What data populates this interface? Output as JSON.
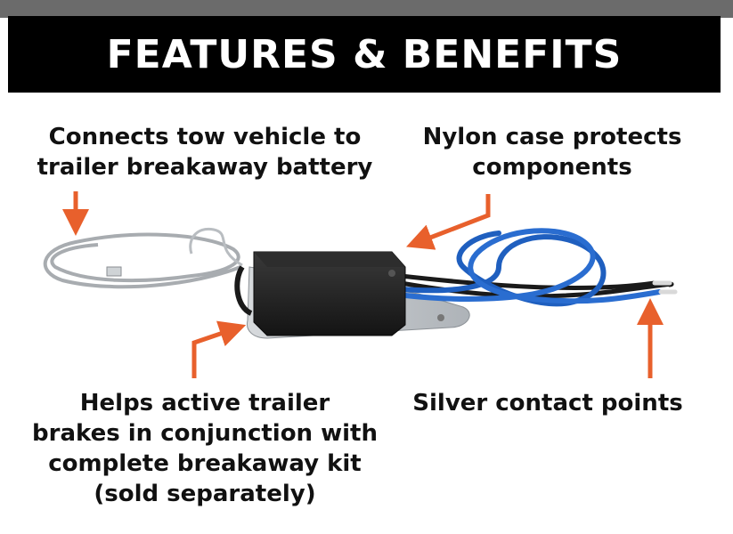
{
  "banner": {
    "title": "FEATURES & BENEFITS"
  },
  "callouts": {
    "tow_vehicle": {
      "line1": "Connects tow vehicle to",
      "line2": "trailer breakaway battery"
    },
    "nylon_case": {
      "line1": "Nylon case protects",
      "line2": "components"
    },
    "helps_brakes": {
      "line1": "Helps active trailer",
      "line2": "brakes in conjunction with",
      "line3": "complete breakaway kit",
      "line4": "(sold separately)"
    },
    "silver_points": {
      "line1": "Silver contact points"
    }
  },
  "colors": {
    "arrow": "#e8602c",
    "banner_bg": "#000000",
    "banner_text": "#ffffff",
    "wire_blue": "#1f5fbf",
    "wire_black": "#1a1a1a",
    "case": "#1c1c1c",
    "cable": "#a8acb0"
  },
  "icons": {
    "arrow": "orange-arrow-icon",
    "product": "breakaway-switch-image"
  }
}
